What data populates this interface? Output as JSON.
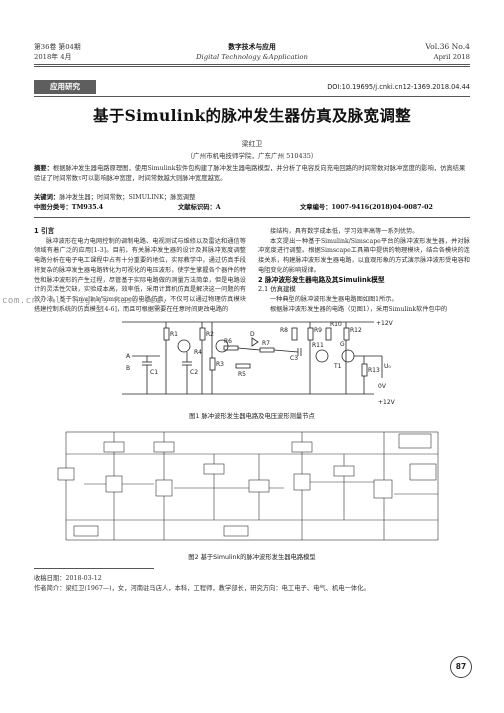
{
  "header": {
    "vol_cn": "第36卷 第04期",
    "date_cn": "2018年 4月",
    "journal_cn": "数字技术与应用",
    "journal_en": "Digital Technology &Application",
    "vol_en": "Vol.36   No.4",
    "date_en": "April   2018"
  },
  "section_badge": "应用研究",
  "doi": "DOI:10.19695/j.cnki.cn12-1369.2018.04.44",
  "title": "基于Simulink的脉冲发生器仿真及脉宽调整",
  "author": "梁红卫",
  "affiliation": "（广州市机电技师学院，广东广州  510435）",
  "abstract_label": "摘要：",
  "abstract": "根据脉冲发生器电路原理图，使用Simulink软件包构建了脉冲发生器电路模型，并分析了电容反向充电回路的时间常数对脉冲宽度的影响，仿真结果验证了时间常数τ可以影响脉冲宽度，时间常数越大则脉冲宽度越宽。",
  "keywords_label": "关键词：",
  "keywords": "脉冲发生器；时间常数；SIMULINK；脉宽调整",
  "clc": "中图分类号：TM935.4",
  "doc_code": "文献标识码：A",
  "article_no": "文章编号：1007-9416(2018)04-0087-02",
  "left_col": {
    "s1": "1 引言",
    "p1": "脉冲波形在电力电网控制的调制电路、电视测试与维修以及雷达和通信等领域有着广泛的应用[1-3]。目前，有关脉冲发生器的设计及其脉冲宽度调整电路分析在电子电工课程中占有十分重要的地位，实际教学中，通过仿真手段将复杂的脉冲发生器电路转化为可视化的电压波形，使学生掌握各个器件的特性和脉冲波形的产生过程，尽管基于实际电路做的测量方法简单，但是电路设计的灵活性欠缺，实验成本高，效率低，采用计算机仿真是解决这一问题的有效办法。基于Simulink/Simscape的电路仿真，不仅可以通过物理仿真模块搭建控制系统的仿真模型[4-6]，而且可根据需要在任意时间更改电路的"
  },
  "right_col": {
    "p1": "接结构，具有数学成本低，学习效率高等一系列优势。",
    "p2": "本文提出一种基于Simulink/Simscape平台的脉冲波形发生器，并对脉冲宽度进行调整。根据Simscape工具箱中提供的物理模块，结合各模块的连接关系，构建脉冲波形发生器电路，以直观形象的方式演示脉冲波形受电容和电阻变化的影响规律。",
    "s2": "2 脉冲波形发生器电路及其Simulink模型",
    "s21": "2.1 仿真建模",
    "p3": "一种典型的脉冲波形发生器电路图如图1所示。",
    "p4": "根据脉冲波形发生器的电路（见图1），采用Simulink软件包中的"
  },
  "watermark": "com.cn. All Rights Reserved.",
  "fig1": {
    "labels": {
      "r1": "R1",
      "r2": "R2",
      "r3": "R3",
      "r4": "R4",
      "r5": "R5",
      "r6": "R6",
      "r7": "R7",
      "r8": "R8",
      "r9": "R9",
      "r10": "R10",
      "r11": "R11",
      "r12": "R12",
      "r13": "R13",
      "c1": "C1",
      "c2": "C2",
      "c3": "C3",
      "t1": "T1",
      "d": "D",
      "a": "A",
      "b": "B",
      "g": "G",
      "plus12": "+12V",
      "plus12b": "+12V",
      "uo": "U₀",
      "zero": "0V"
    },
    "caption": "图1  脉冲波形发生器电路及电压波形测量节点"
  },
  "fig2": {
    "caption": "图2  基于Simulink的脉冲波形发生器电路模型"
  },
  "footnote": {
    "received": "收稿日期：2018-03-12",
    "author_bio": "作者简介：梁红卫(1967—)，女，河南驻马店人，本科，工程师，教学部长，研究方向：电工电子、电气、机电一体化。"
  },
  "page_number": "87"
}
